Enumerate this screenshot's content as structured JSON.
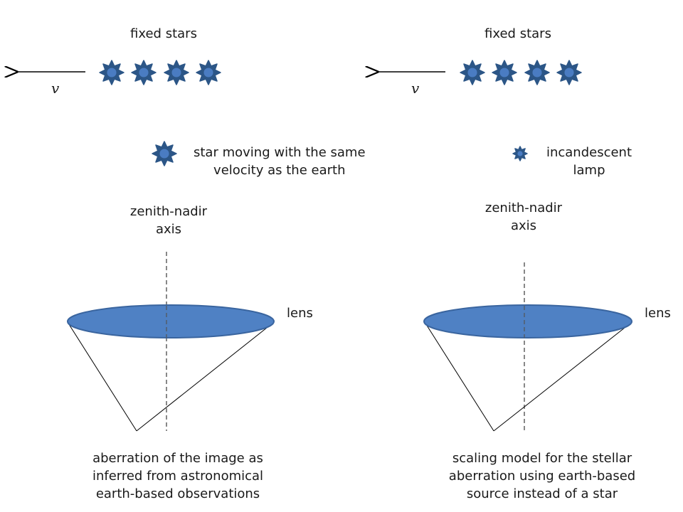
{
  "colors": {
    "star_fill": "#4a7cc2",
    "star_stroke": "#2c5687",
    "lens_fill": "#4f81c4",
    "lens_stroke": "#3a659f",
    "line": "#000000",
    "dashed": "#555555"
  },
  "panels": [
    {
      "fixed_stars_label": "fixed stars",
      "velocity_symbol": "v",
      "source_label_line1": "star moving with the same",
      "source_label_line2": "velocity as the earth",
      "axis_label_line1": "zenith-nadir",
      "axis_label_line2": "axis",
      "lens_label": "lens",
      "caption_line1": "aberration of the image as",
      "caption_line2": "inferred from astronomical",
      "caption_line3": "earth-based observations"
    },
    {
      "fixed_stars_label": "fixed stars",
      "velocity_symbol": "v",
      "source_label_line1": "incandescent",
      "source_label_line2": "lamp",
      "axis_label_line1": "zenith-nadir",
      "axis_label_line2": "axis",
      "lens_label": "lens",
      "caption_line1": "scaling model for the stellar",
      "caption_line2": "aberration using earth-based",
      "caption_line3": "source instead of a star"
    }
  ]
}
